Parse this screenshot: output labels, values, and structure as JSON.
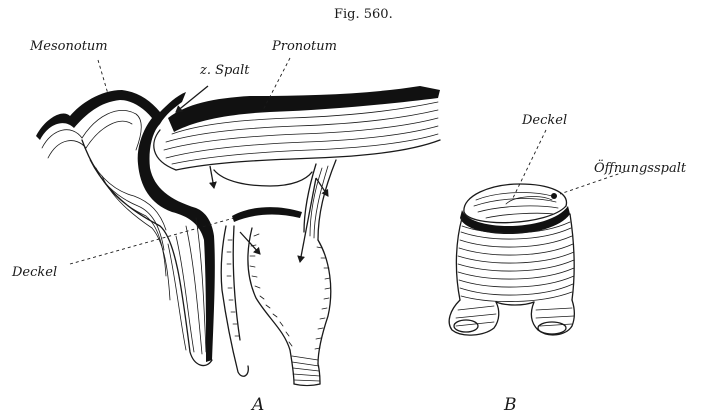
{
  "figure": {
    "title": "Fig. 560.",
    "panel_a": "A",
    "panel_b": "B"
  },
  "labels": {
    "mesonotum": "Mesonotum",
    "pronotum": "Pronotum",
    "z_spalt": "z. Spalt",
    "deckel_a": "Deckel",
    "deckel_b": "Deckel",
    "oeffnungsspalt": "Öffnungsspalt"
  }
}
